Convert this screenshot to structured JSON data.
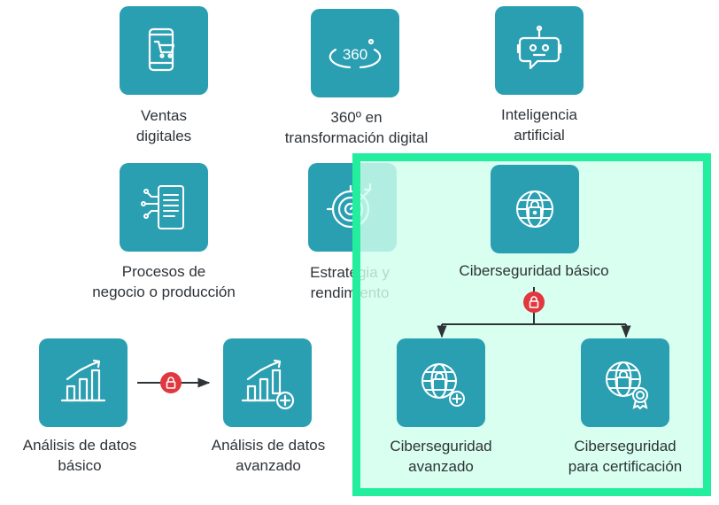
{
  "nodes": {
    "ventas": {
      "line1": "Ventas",
      "line2": "digitales"
    },
    "tres60": {
      "line1": "360º en",
      "line2": "transformación digital",
      "icon_text": "360"
    },
    "ia": {
      "line1": "Inteligencia",
      "line2": "artificial"
    },
    "procesos": {
      "line1": "Procesos de",
      "line2": "negocio o producción"
    },
    "estrategia": {
      "line1": "Estrategia y",
      "line2": "rendimiento"
    },
    "analisis_basico": {
      "line1": "Análisis de datos",
      "line2": "básico"
    },
    "analisis_avanzado": {
      "line1": "Análisis de datos",
      "line2": "avanzado"
    },
    "ciber_basico": {
      "line1": "Ciberseguridad básico"
    },
    "ciber_avanzado": {
      "line1": "Ciberseguridad",
      "line2": "avanzado"
    },
    "ciber_cert": {
      "line1": "Ciberseguridad",
      "line2": "para certificación"
    }
  },
  "icons": {
    "ventas": "mobile-cart-icon",
    "tres60": "360-icon",
    "ia": "robot-chat-icon",
    "procesos": "circuit-tablet-icon",
    "estrategia": "target-arrow-icon",
    "analisis": "bar-chart-icon",
    "ciber": "globe-lock-icon",
    "lock": "lock-icon"
  },
  "colors": {
    "tile": "#2a9fb2",
    "lock_badge": "#e0383e",
    "highlight_border": "#22ee9d",
    "highlight_fill": "#cfffec",
    "text": "#2e3338"
  }
}
